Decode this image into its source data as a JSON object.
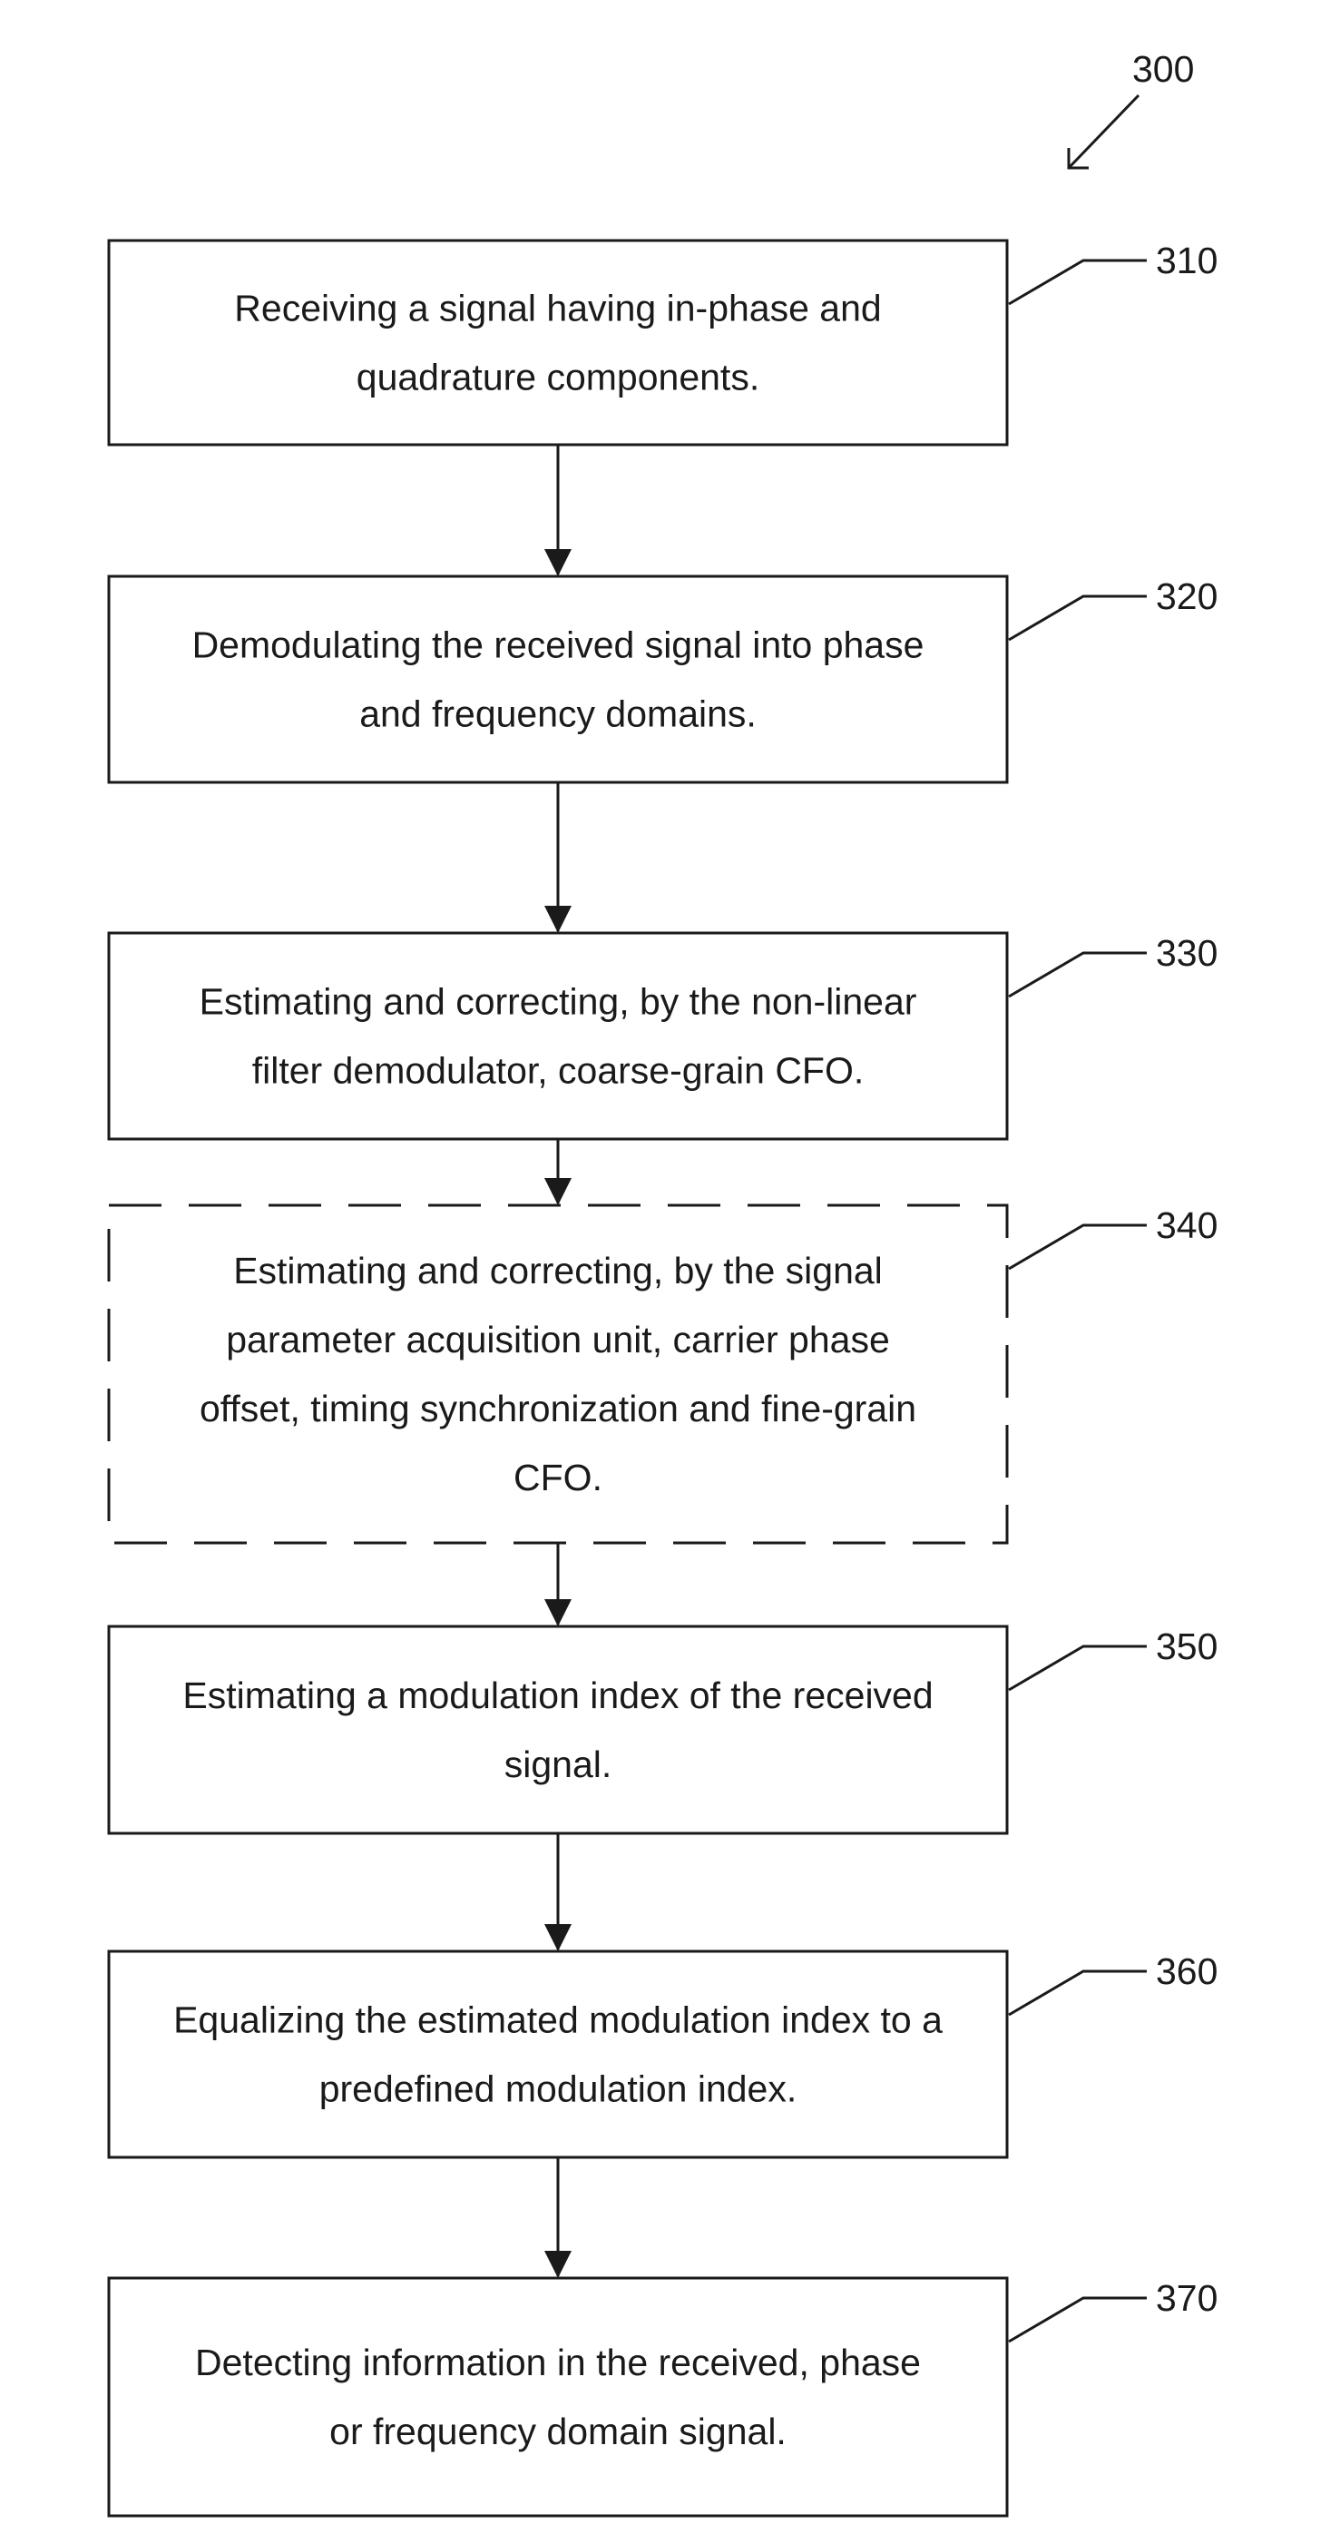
{
  "figure": {
    "ref": "300"
  },
  "steps": [
    {
      "ref": "310",
      "lines": [
        "Receiving a signal having in-phase and",
        "quadrature components."
      ],
      "optional": false
    },
    {
      "ref": "320",
      "lines": [
        "Demodulating the received signal into phase",
        "and frequency domains."
      ],
      "optional": false
    },
    {
      "ref": "330",
      "lines": [
        "Estimating and correcting, by the non-linear",
        "filter demodulator, coarse-grain CFO."
      ],
      "optional": false
    },
    {
      "ref": "340",
      "lines": [
        "Estimating and correcting, by the signal",
        "parameter acquisition unit, carrier phase",
        "offset, timing synchronization and fine-grain",
        "CFO."
      ],
      "optional": true
    },
    {
      "ref": "350",
      "lines": [
        "Estimating a modulation index of the received",
        "signal."
      ],
      "optional": false
    },
    {
      "ref": "360",
      "lines": [
        "Equalizing the estimated modulation index to a",
        "predefined modulation index."
      ],
      "optional": false
    },
    {
      "ref": "370",
      "lines": [
        "Detecting information in the received, phase",
        "or frequency domain signal."
      ],
      "optional": false
    }
  ]
}
